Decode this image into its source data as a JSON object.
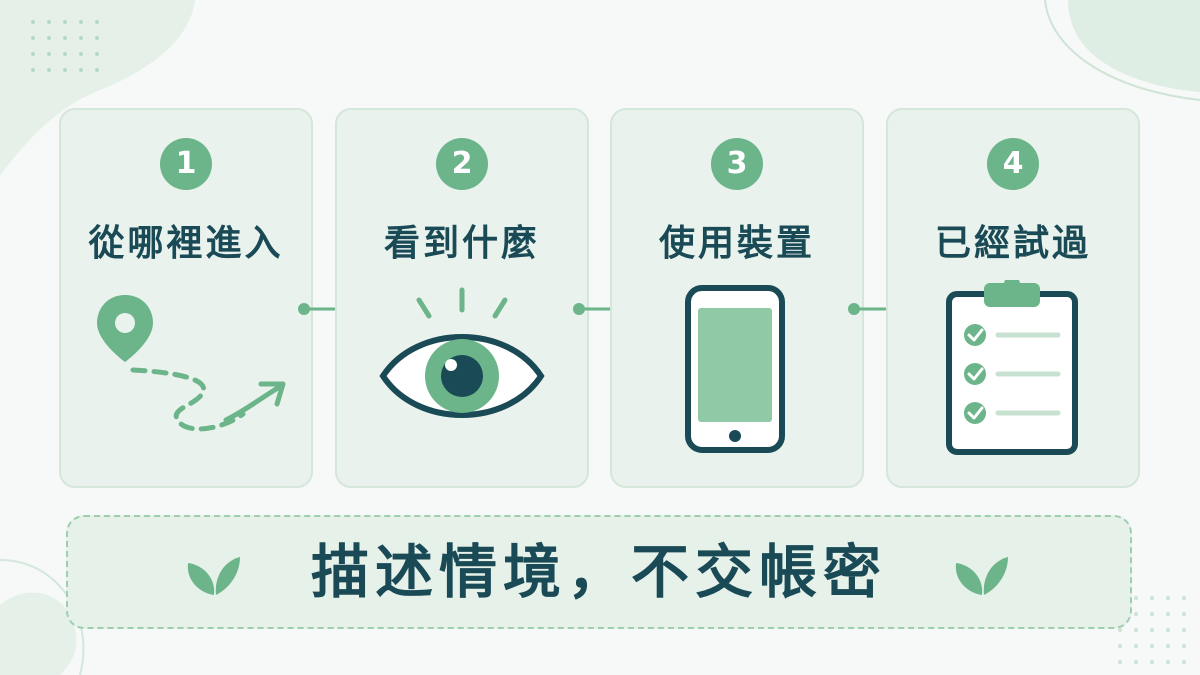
{
  "steps": [
    {
      "number": "1",
      "title": "從哪裡進入",
      "icon": "location-pin-path-icon"
    },
    {
      "number": "2",
      "title": "看到什麼",
      "icon": "eye-icon"
    },
    {
      "number": "3",
      "title": "使用裝置",
      "icon": "smartphone-icon"
    },
    {
      "number": "4",
      "title": "已經試過",
      "icon": "checklist-clipboard-icon"
    }
  ],
  "banner": {
    "text": "描述情境，不交帳密",
    "icon": "leaf-icon"
  },
  "colors": {
    "accent": "#6cb489",
    "dark": "#1a4a56",
    "card": "#e9f2ec",
    "background": "#f6f9f7"
  }
}
